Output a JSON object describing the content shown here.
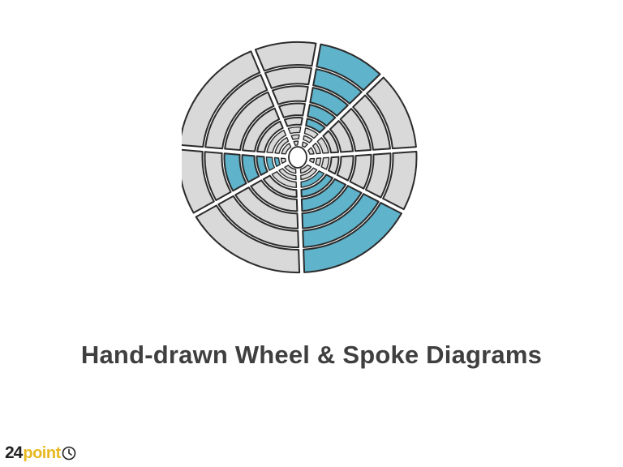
{
  "slide": {
    "title": "Hand-drawn Wheel & Spoke Diagrams"
  },
  "logo": {
    "number": "24",
    "word": "point",
    "icon": "clock-icon"
  },
  "wheel": {
    "rings": 8,
    "spokes": 8,
    "highlighted_segments": [
      {
        "spoke": 1,
        "rings": [
          3,
          4,
          5,
          6,
          7
        ]
      },
      {
        "spoke": 4,
        "rings": [
          2,
          3,
          4,
          5,
          6,
          7
        ]
      },
      {
        "spoke": 6,
        "rings": [
          1,
          2,
          3,
          4,
          5
        ]
      }
    ]
  },
  "colors": {
    "segment_fill": "#d9d9d9",
    "highlight_fill": "#5fb3cb",
    "outline": "#2b2b2b",
    "title": "#3f3f3f",
    "logo_accent": "#e8b81f"
  }
}
